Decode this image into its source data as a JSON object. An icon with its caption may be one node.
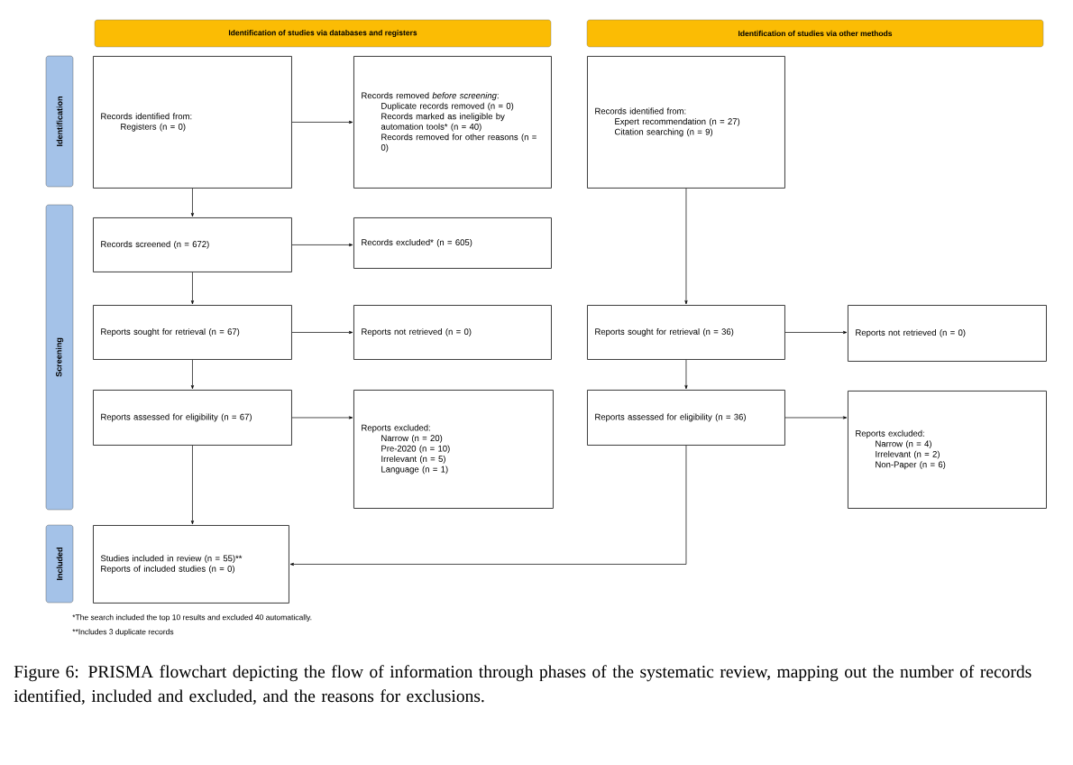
{
  "diagram": {
    "nodes": [
      {
        "text": [
          "Identification of studies via databases and registers"
        ]
      },
      {
        "text": [
          "Identification of studies via other methods"
        ]
      },
      {
        "text": [
          "Identification"
        ]
      },
      {
        "text": [
          "Screening"
        ]
      },
      {
        "text": [
          "Included"
        ]
      },
      {
        "text": [
          "Records identified from:",
          "Registers (n = 0)"
        ]
      },
      {
        "text": [
          "Records removed *before screening*:",
          "Duplicate records removed (n = 0)",
          "Records marked as ineligible by automation tools* (n = 40)",
          "Records removed for other reasons (n = 0)"
        ]
      },
      {
        "text": [
          "Records identified from:",
          "Expert recommendation (n = 27)",
          "Citation searching (n = 9)"
        ]
      },
      {
        "text": [
          "Records screened (n = 672)"
        ]
      },
      {
        "text": [
          "Records excluded* (n = 605)"
        ]
      },
      {
        "text": [
          "Reports sought for retrieval (n = 67)"
        ]
      },
      {
        "text": [
          "Reports not retrieved (n = 0)"
        ]
      },
      {
        "text": [
          "Reports sought for retrieval (n = 36)"
        ]
      },
      {
        "text": [
          "Reports not retrieved (n = 0)"
        ]
      },
      {
        "text": [
          "Reports assessed for eligibility (n = 67)"
        ]
      },
      {
        "text": [
          "Reports excluded:",
          "Narrow (n = 20)",
          "Pre-2020 (n = 10)",
          "Irrelevant (n = 5)",
          "Language (n = 1)"
        ]
      },
      {
        "text": [
          "Reports assessed for eligibility (n = 36)"
        ]
      },
      {
        "text": [
          "Reports excluded:",
          "Narrow (n = 4)",
          "Irrelevant (n = 2)",
          "Non-Paper (n = 6)"
        ]
      },
      {
        "text": [
          "Studies included in review (n = 55)**",
          "Reports of included studies (n = 0)"
        ]
      }
    ],
    "edges": [
      {
        "from": 5,
        "to": 6,
        "arrow": "to"
      },
      {
        "from": 5,
        "to": 8,
        "arrow": "to"
      },
      {
        "from": 8,
        "to": 9,
        "arrow": "to"
      },
      {
        "from": 8,
        "to": 10,
        "arrow": "to"
      },
      {
        "from": 10,
        "to": 11,
        "arrow": "to"
      },
      {
        "from": 10,
        "to": 14,
        "arrow": "to"
      },
      {
        "from": 14,
        "to": 15,
        "arrow": "to"
      },
      {
        "from": 14,
        "to": 18,
        "arrow": "to"
      },
      {
        "from": 7,
        "to": 12,
        "arrow": "to"
      },
      {
        "from": 12,
        "to": 13,
        "arrow": "to"
      },
      {
        "from": 12,
        "to": 16,
        "arrow": "to"
      },
      {
        "from": 16,
        "to": 17,
        "arrow": "to"
      },
      {
        "from": 16,
        "to": 18,
        "arrow": "to"
      }
    ],
    "labels": [
      "*The search included the top 10 results and excluded 40 automatically.",
      "**Includes 3 duplicate records"
    ],
    "caption": "Figure 6: PRISMA flowchart depicting the flow of information through phases of the systematic review, mapping out the number of records identified, included and excluded, and the reasons for exclusions."
  }
}
